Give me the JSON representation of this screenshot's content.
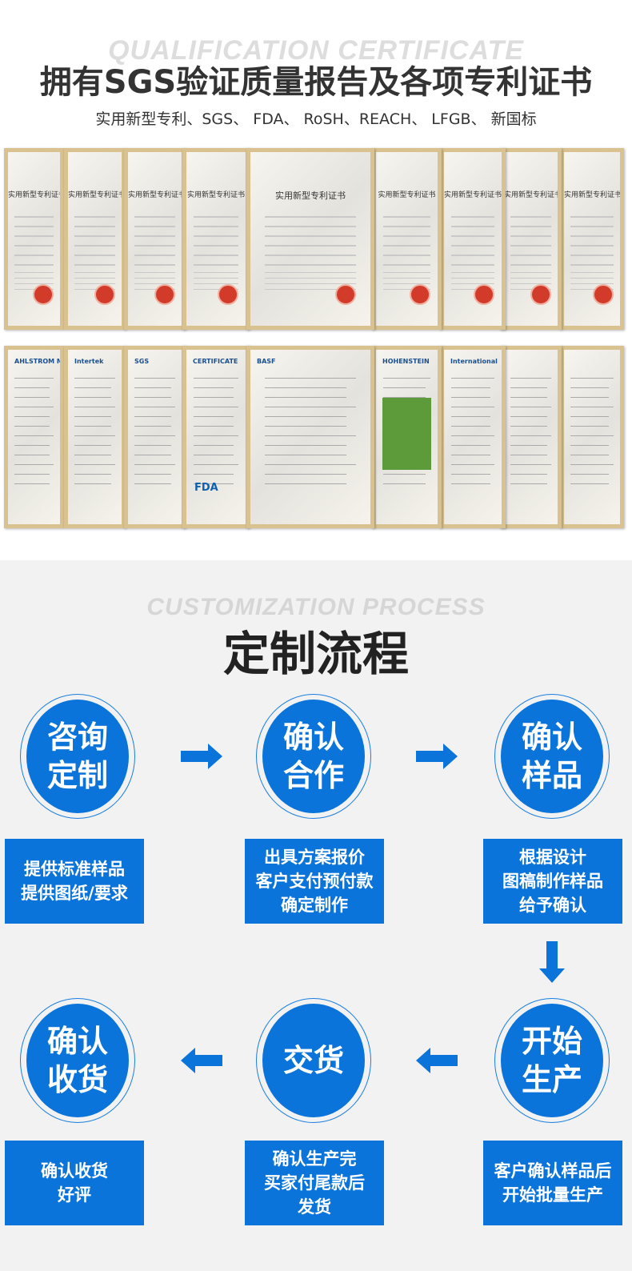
{
  "certificates": {
    "ghost_title": "QUALIFICATION CERTIFICATE",
    "title": "拥有SGS验证质量报告及各项专利证书",
    "subtitle": "实用新型专利、SGS、 FDA、 RoSH、REACH、 LFGB、 新国标",
    "patent_heading": "实用新型专利证书",
    "report_labels": [
      "AHLSTROM MUNKSJO",
      "Intertek",
      "SGS",
      "CERTIFICATE",
      "BASF",
      "HOHENSTEIN",
      "International",
      "",
      ""
    ],
    "frame_color": "#d9c28f"
  },
  "process": {
    "ghost_title": "CUSTOMIZATION PROCESS",
    "title": "定制流程",
    "accent": "#0a74da",
    "steps": [
      {
        "circle_l1": "咨询",
        "circle_l2": "定制",
        "box": [
          "提供标准样品",
          "提供图纸/要求"
        ]
      },
      {
        "circle_l1": "确认",
        "circle_l2": "合作",
        "box": [
          "出具方案报价",
          "客户支付预付款",
          "确定制作"
        ]
      },
      {
        "circle_l1": "确认",
        "circle_l2": "样品",
        "box": [
          "根据设计",
          "图稿制作样品",
          "给予确认"
        ]
      },
      {
        "circle_l1": "开始",
        "circle_l2": "生产",
        "box": [
          "客户确认样品后",
          "开始批量生产"
        ]
      },
      {
        "circle_l1": "交货",
        "circle_l2": "",
        "box": [
          "确认生产完",
          "买家付尾款后",
          "发货"
        ]
      },
      {
        "circle_l1": "确认",
        "circle_l2": "收货",
        "box": [
          "确认收货",
          "好评"
        ]
      }
    ]
  }
}
